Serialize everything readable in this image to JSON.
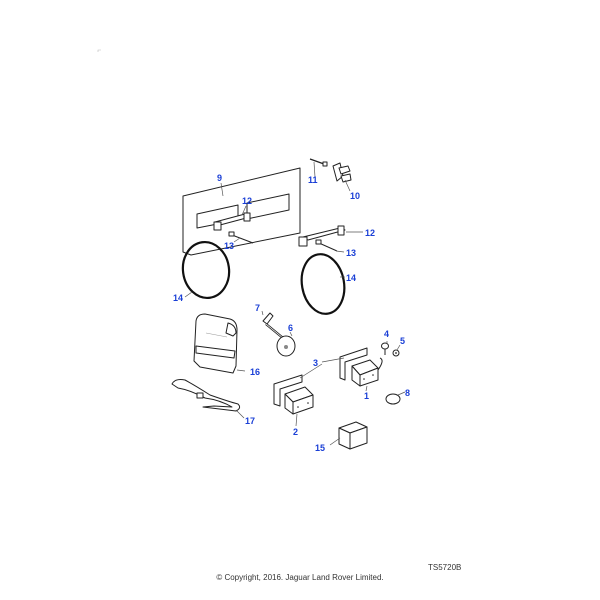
{
  "diagram": {
    "reference_code": "TS5720B",
    "copyright": "© Copyright, 2016. Jaguar Land Rover Limited.",
    "callout_color": "#1a3fd6",
    "callouts": [
      {
        "id": "1",
        "label": "1"
      },
      {
        "id": "2",
        "label": "2"
      },
      {
        "id": "3",
        "label": "3"
      },
      {
        "id": "4",
        "label": "4"
      },
      {
        "id": "5",
        "label": "5"
      },
      {
        "id": "6",
        "label": "6"
      },
      {
        "id": "7",
        "label": "7"
      },
      {
        "id": "8",
        "label": "8"
      },
      {
        "id": "9",
        "label": "9"
      },
      {
        "id": "10",
        "label": "10"
      },
      {
        "id": "11",
        "label": "11"
      },
      {
        "id": "12a",
        "label": "12"
      },
      {
        "id": "12b",
        "label": "12"
      },
      {
        "id": "13a",
        "label": "13"
      },
      {
        "id": "13b",
        "label": "13"
      },
      {
        "id": "14a",
        "label": "14"
      },
      {
        "id": "14b",
        "label": "14"
      },
      {
        "id": "15",
        "label": "15"
      },
      {
        "id": "16",
        "label": "16"
      },
      {
        "id": "17",
        "label": "17"
      }
    ]
  }
}
